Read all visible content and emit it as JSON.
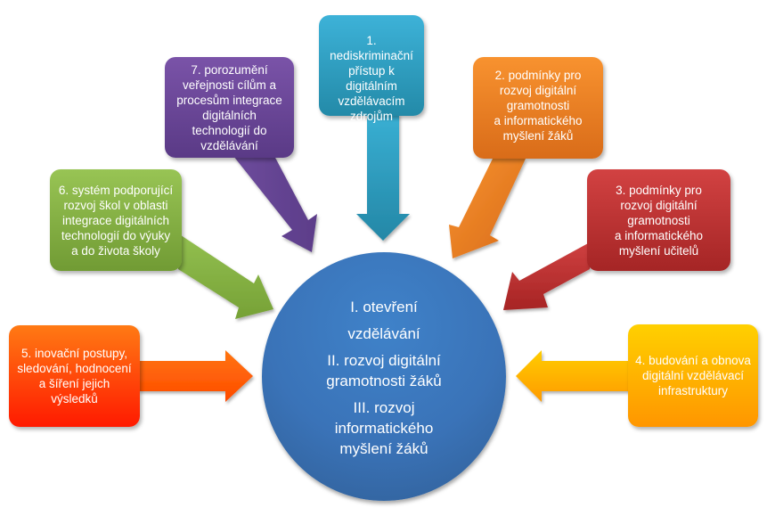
{
  "center": {
    "lines": [
      "I. otevření",
      "vzdělávání",
      "II. rozvoj digitální",
      "gramotnosti  žáků",
      "III. rozvoj",
      "informatického",
      "myšlení žáků"
    ],
    "color": "#3a73b8"
  },
  "nodes": [
    {
      "id": 1,
      "text": "1. nediskriminační\npřístup k digitálním\nvzdělávacím zdrojům",
      "color": "#2f9fc2"
    },
    {
      "id": 2,
      "text": "2. podmínky pro\nrozvoj digitální\ngramotnosti\na informatického\nmyšlení žáků",
      "color": "#ec7f23"
    },
    {
      "id": 3,
      "text": "3. podmínky pro\nrozvoj digitální\ngramotnosti\na informatického\nmyšlení učitelů",
      "color": "#c03535"
    },
    {
      "id": 4,
      "text": "4. budování a obnova\ndigitální vzdělávací\ninfrastruktury",
      "color": "#ffb800"
    },
    {
      "id": 5,
      "text": "5. inovační postupy,\nsledování, hodnocení\na šíření jejich\nvýsledků",
      "color": "#ff4a0a"
    },
    {
      "id": 6,
      "text": "6. systém podporující\nrozvoj škol v oblasti\nintegrace digitálních\ntechnologií do výuky\na do života školy",
      "color": "#86b045"
    },
    {
      "id": 7,
      "text": "7. porozumění\nveřejnosti cílům a\nprocesům integrace\ndigitálních\ntechnologií do\nvzdělávání",
      "color": "#6a4797"
    }
  ]
}
